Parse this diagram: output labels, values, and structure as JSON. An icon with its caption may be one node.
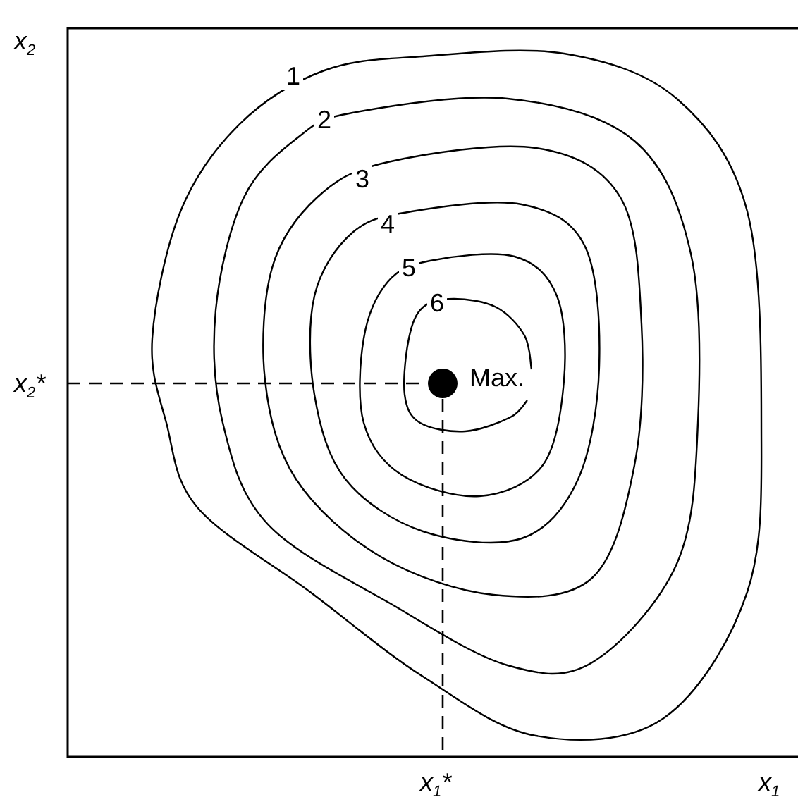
{
  "diagram": {
    "labels": [
      "x$_{2}$",
      "1",
      "2",
      "3",
      "4",
      "5",
      "6",
      "x$_{2}$*",
      "Max.",
      "x$_{1}$*",
      "x$_{1}$"
    ]
  }
}
